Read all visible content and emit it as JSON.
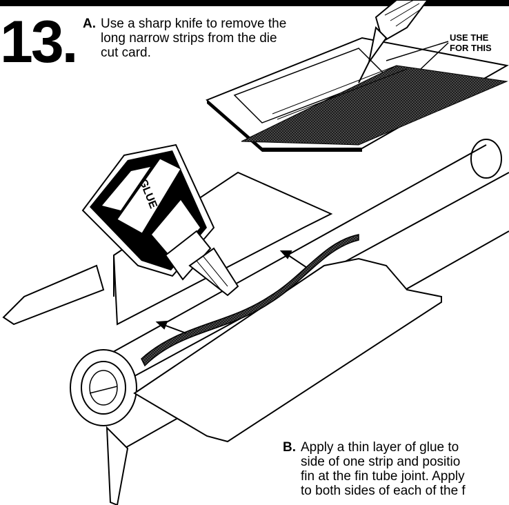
{
  "step": {
    "number": "13.",
    "part_a": {
      "label": "A.",
      "text": "Use a sharp knife to remove the\nlong narrow strips from the die\ncut card."
    },
    "callout": "USE THE\nFOR THIS",
    "bottle_label": "GLUE",
    "part_b": {
      "label": "B.",
      "text": "Apply a thin layer of  glue to\nside of one strip and positio\nfin at the fin tube joint. Apply\nto both sides of each of the f"
    }
  }
}
